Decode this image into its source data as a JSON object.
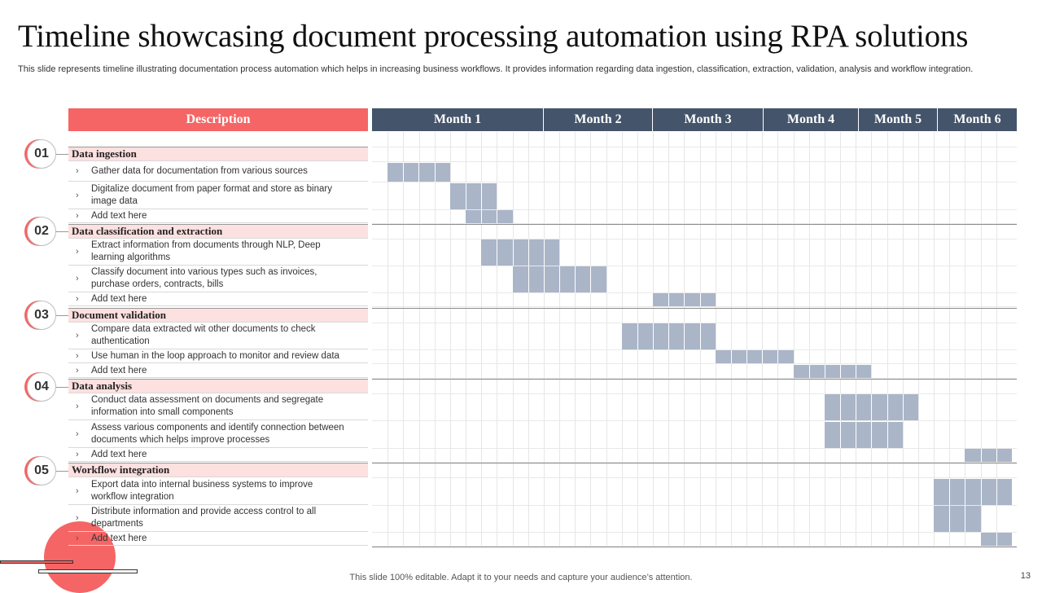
{
  "slide": {
    "title": "Timeline showcasing document processing automation using RPA solutions",
    "subtitle": "This slide represents timeline illustrating documentation process automation which helps in increasing business workflows. It provides information regarding data ingestion, classification, extraction, validation, analysis and workflow integration.",
    "footer": "This slide 100% editable. Adapt it to your needs and capture your audience’s attention.",
    "page_number": "13"
  },
  "table": {
    "description_header": "Description",
    "months": [
      "Month 1",
      "Month 2",
      "Month 3",
      "Month 4",
      "Month 5",
      "Month 6"
    ],
    "categories": [
      {
        "number": "01",
        "name": "Data ingestion",
        "tasks": [
          {
            "label": "Gather data for documentation from various sources",
            "bar_start_col": 1,
            "bar_cols": 4
          },
          {
            "label": "Digitalize document from paper format and store as binary image data",
            "bar_start_col": 5,
            "bar_cols": 3
          },
          {
            "label": "Add text here",
            "bar_start_col": 6,
            "bar_cols": 3
          }
        ]
      },
      {
        "number": "02",
        "name": "Data classification and extraction",
        "tasks": [
          {
            "label": "Extract  information from documents through NLP, Deep learning algorithms",
            "bar_start_col": 7,
            "bar_cols": 5
          },
          {
            "label": "Classify document into various types such as invoices, purchase orders, contracts, bills",
            "bar_start_col": 9,
            "bar_cols": 6
          },
          {
            "label": "Add text here",
            "bar_start_col": 18,
            "bar_cols": 4
          }
        ]
      },
      {
        "number": "03",
        "name": "Document validation",
        "tasks": [
          {
            "label": "Compare data extracted wit other documents to check authentication",
            "bar_start_col": 16,
            "bar_cols": 6
          },
          {
            "label": "Use human in the loop approach to monitor and review data",
            "bar_start_col": 22,
            "bar_cols": 5
          },
          {
            "label": "Add text here",
            "bar_start_col": 27,
            "bar_cols": 5
          }
        ]
      },
      {
        "number": "04",
        "name": "Data analysis",
        "tasks": [
          {
            "label": "Conduct data assessment on documents and segregate information into small components",
            "bar_start_col": 29,
            "bar_cols": 6
          },
          {
            "label": "Assess various components and identify connection between documents which helps improve processes",
            "bar_start_col": 29,
            "bar_cols": 5
          },
          {
            "label": "Add text here",
            "bar_start_col": 38,
            "bar_cols": 3
          }
        ]
      },
      {
        "number": "05",
        "name": "Workflow integration",
        "tasks": [
          {
            "label": "Export data into internal business systems to improve workflow integration",
            "bar_start_col": 36,
            "bar_cols": 5
          },
          {
            "label": "Distribute information and provide access control to  all departments",
            "bar_start_col": 36,
            "bar_cols": 3
          },
          {
            "label": "Add text here",
            "bar_start_col": 39,
            "bar_cols": 2
          }
        ]
      }
    ]
  },
  "colors": {
    "accent": "#f56565",
    "header_dark": "#44546a",
    "bar": "#aab5c8",
    "category_bg": "#fde0e0"
  }
}
